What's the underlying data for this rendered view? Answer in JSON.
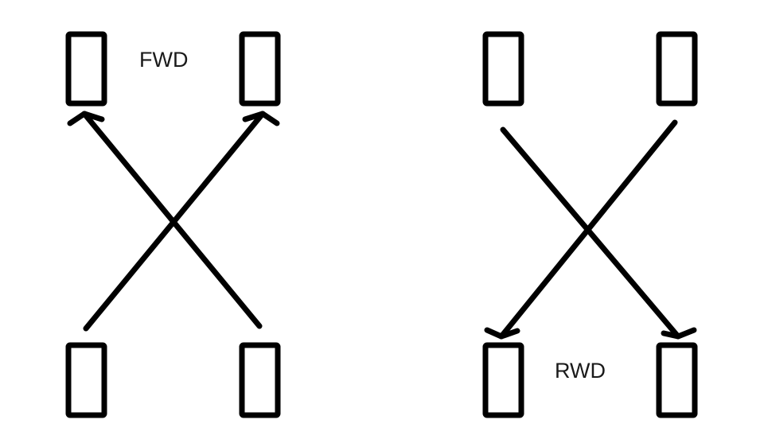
{
  "diagrams": [
    {
      "label": "FWD",
      "pattern": "rear-to-front-cross"
    },
    {
      "label": "RWD",
      "pattern": "front-to-rear-cross"
    }
  ],
  "colors": {
    "line": "#000000",
    "background": "#ffffff"
  }
}
